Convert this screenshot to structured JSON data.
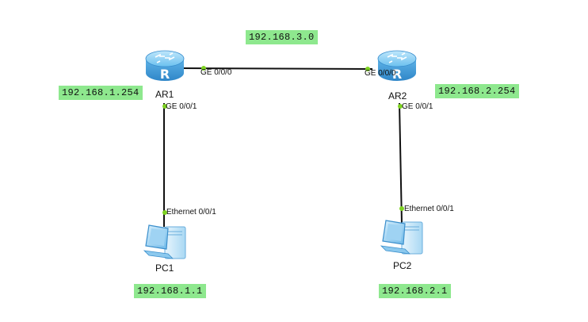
{
  "subnets": {
    "core": "192.168.3.0",
    "ar1_gateway": "192.168.1.254",
    "ar2_gateway": "192.168.2.254",
    "pc1_ip": "192.168.1.1",
    "pc2_ip": "192.168.2.1"
  },
  "nodes": {
    "ar1": {
      "name": "AR1",
      "icon": "router-icon"
    },
    "ar2": {
      "name": "AR2",
      "icon": "router-icon"
    },
    "pc1": {
      "name": "PC1",
      "icon": "pc-icon"
    },
    "pc2": {
      "name": "PC2",
      "icon": "pc-icon"
    }
  },
  "ports": {
    "ar1_ge000": "GE 0/0/0",
    "ar2_ge000": "GE 0/0/0",
    "ar1_ge001": "GE 0/0/1",
    "ar2_ge001": "GE 0/0/1",
    "pc1_eth": "Ethernet 0/0/1",
    "pc2_eth": "Ethernet 0/0/1"
  },
  "colors": {
    "label_bg": "#8ee88e",
    "port_dot": "#7ed321",
    "link": "#111111",
    "router_body": "#4aa3df",
    "pc_body": "#7fc4ee"
  }
}
